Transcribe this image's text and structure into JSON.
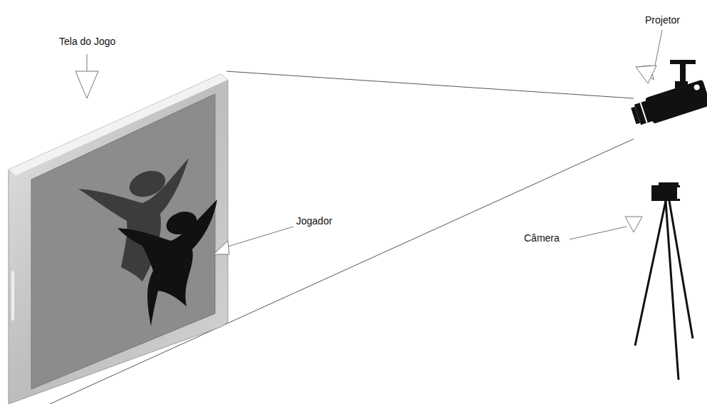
{
  "diagram": {
    "labels": [
      "Tela do Jogo",
      "Projetor",
      "Jogador",
      "Câmera"
    ]
  }
}
